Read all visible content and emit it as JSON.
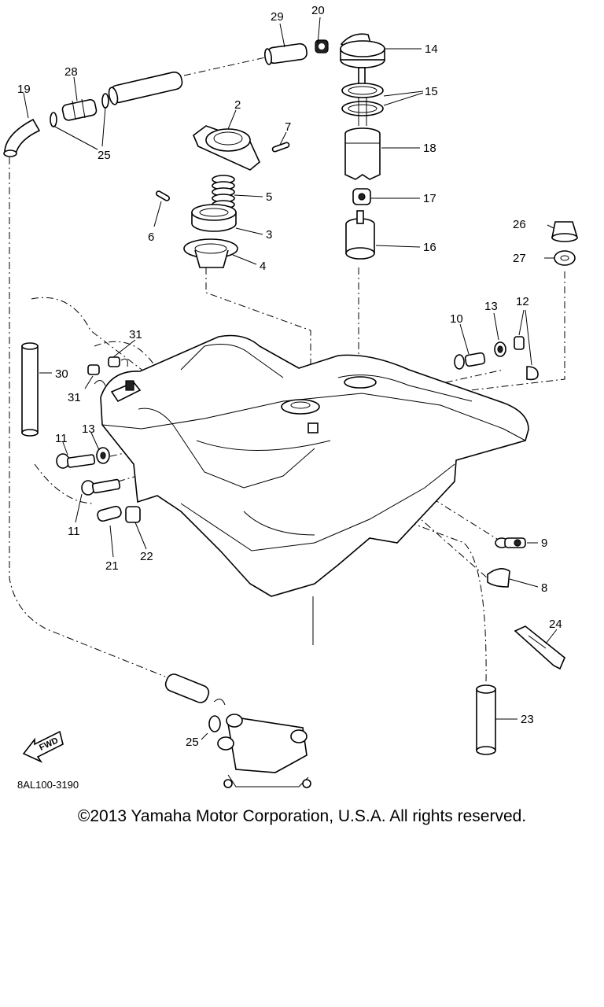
{
  "diagram": {
    "callouts": [
      "29",
      "20",
      "14",
      "15",
      "19",
      "28",
      "25",
      "2",
      "7",
      "18",
      "5",
      "17",
      "6",
      "3",
      "4",
      "16",
      "26",
      "27",
      "13",
      "12",
      "10",
      "31",
      "30",
      "31",
      "13",
      "11",
      "11",
      "21",
      "22",
      "9",
      "8",
      "24",
      "23",
      "25"
    ],
    "fwd_arrow_text": "FWD",
    "drawing_code": "8AL100-3190"
  },
  "footer": {
    "copyright": "©2013 Yamaha Motor Corporation, U.S.A. All rights reserved."
  }
}
